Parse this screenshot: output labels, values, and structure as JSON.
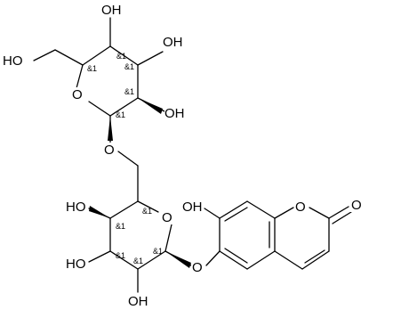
{
  "atom_labels": {
    "oh_top": "OH",
    "oh_right": "OH",
    "oh_mid": "OH",
    "ho_left": "HO",
    "o_ring1": "O",
    "o_link": "O",
    "o_ring2": "O",
    "ho_g1": "HO",
    "ho_g2": "HO",
    "oh_g3": "OH",
    "o_glyco": "O",
    "oh_coum": "OH",
    "o_coum_ring": "O",
    "o_carbonyl": "O"
  },
  "stereo_label": "&1"
}
